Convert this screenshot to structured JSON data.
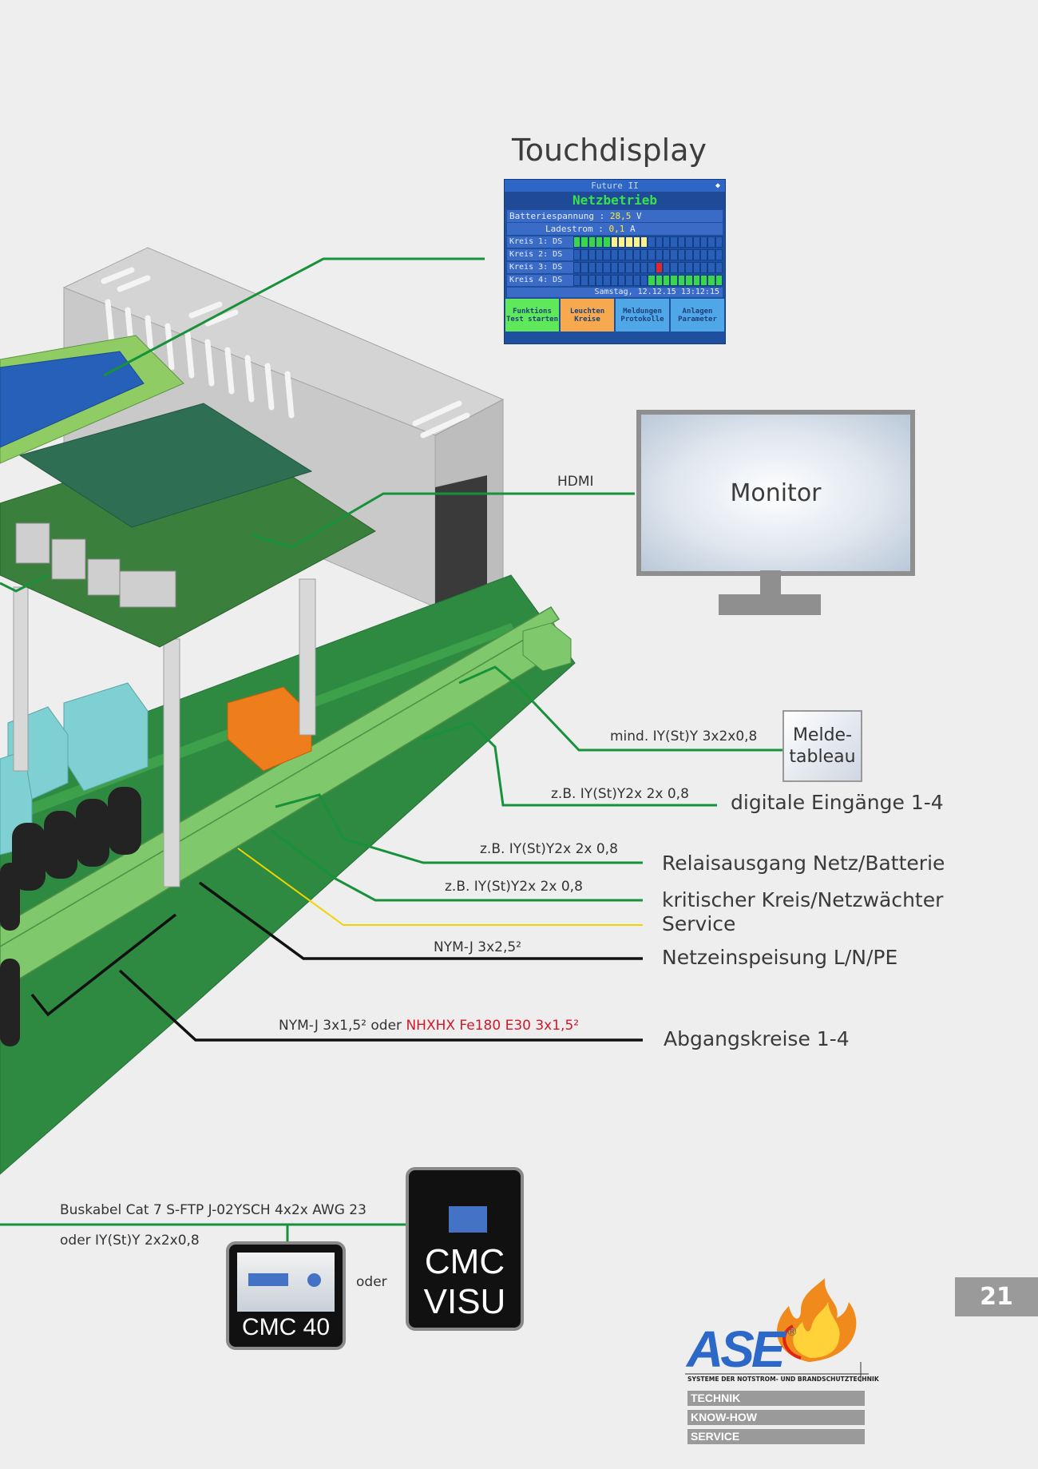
{
  "touchdisplay": {
    "title": "Touchdisplay",
    "screen": {
      "app": "Future II",
      "mode": "Netzbetrieb",
      "battery_label": "Batteriespannung :",
      "battery_value": "28,5",
      "battery_unit": "V",
      "charge_label": "Ladestrom :",
      "charge_value": "0,1",
      "charge_unit": "A",
      "circuits": [
        "Kreis 1: DS",
        "Kreis 2: DS",
        "Kreis 3: DS",
        "Kreis 4: DS"
      ],
      "status": "Samstag, 12.12.15   13:12:15",
      "buttons": [
        {
          "label": "Funktions Test starten",
          "color": "#5ee85a"
        },
        {
          "label": "Leuchten Kreise",
          "color": "#f6a94e"
        },
        {
          "label": "Meldungen Protokolle",
          "color": "#4fa7e8"
        },
        {
          "label": "Anlagen Parameter",
          "color": "#4fa7e8"
        }
      ]
    }
  },
  "monitor": {
    "connection": "HDMI",
    "label": "Monitor"
  },
  "connections": {
    "melde_cable": "mind. IY(St)Y 3x2x0,8",
    "melde_label_1": "Melde-",
    "melde_label_2": "tableau",
    "digital_cable": "z.B. IY(St)Y2x 2x 0,8",
    "digital_label": "digitale Eingänge 1-4",
    "relay_cable": "z.B. IY(St)Y2x 2x 0,8",
    "relay_label": "Relaisausgang Netz/Batterie",
    "critical_cable": "z.B. IY(St)Y2x 2x 0,8",
    "critical_label": "kritischer Kreis/Netzwächter",
    "service_label": "Service",
    "mains_cable": "NYM-J 3x2,5²",
    "mains_label": "Netzeinspeisung L/N/PE",
    "outgoing_cable_a": "NYM-J 3x1,5² oder ",
    "outgoing_cable_b": "NHXHX Fe180 E30 3x1,5²",
    "outgoing_label": "Abgangskreise 1-4"
  },
  "bus": {
    "cable_line1": "Buskabel Cat 7 S-FTP J-02YSCH 4x2x AWG 23",
    "cable_line2": "oder IY(St)Y 2x2x0,8",
    "oder": "oder",
    "cmc40": "CMC 40",
    "cmcvisu_1": "CMC",
    "cmcvisu_2": "VISU"
  },
  "page_number": "21",
  "logo": {
    "name": "ASE",
    "tagline": "SYSTEME DER NOTSTROM- UND BRANDSCHUTZTECHNIK",
    "bars": [
      "TECHNIK",
      "KNOW-HOW",
      "SERVICE"
    ]
  },
  "colors": {
    "green_line": "#17913a",
    "black_line": "#111111",
    "yellow_line": "#f0d400",
    "accent_red": "#d3172a",
    "board_green": "#2f8a41"
  }
}
